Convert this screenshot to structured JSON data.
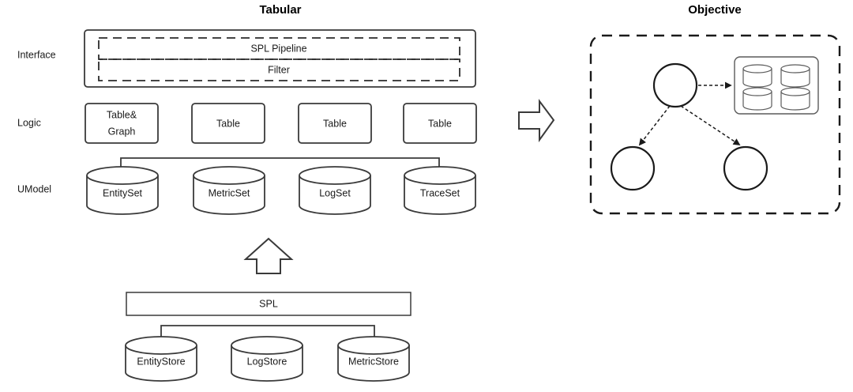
{
  "panels": {
    "left": {
      "title": "Tabular"
    },
    "right": {
      "title": "Objective"
    }
  },
  "row_labels": [
    {
      "id": "interface",
      "label": "Interface"
    },
    {
      "id": "logic",
      "label": "Logic"
    },
    {
      "id": "umodel",
      "label": "UModel"
    }
  ],
  "interface_bands": [
    {
      "id": "spl-pipeline",
      "label": "SPL Pipeline"
    },
    {
      "id": "filter",
      "label": "Filter"
    }
  ],
  "logic_boxes": [
    {
      "id": "table-and-graph",
      "label": "Table&\nGraph",
      "line1": "Table&",
      "line2": "Graph"
    },
    {
      "id": "table-2",
      "label": "Table",
      "line1": "Table",
      "line2": ""
    },
    {
      "id": "table-3",
      "label": "Table",
      "line1": "Table",
      "line2": ""
    },
    {
      "id": "table-4",
      "label": "Table",
      "line1": "Table",
      "line2": ""
    }
  ],
  "umodel_sets": [
    {
      "id": "entityset",
      "label": "EntitySet"
    },
    {
      "id": "metricset",
      "label": "MetricSet"
    },
    {
      "id": "logset",
      "label": "LogSet"
    },
    {
      "id": "traceset",
      "label": "TraceSet"
    }
  ],
  "spl_bar": {
    "id": "spl",
    "label": "SPL"
  },
  "stores": [
    {
      "id": "entitystore",
      "label": "EntityStore"
    },
    {
      "id": "logstore",
      "label": "LogStore"
    },
    {
      "id": "metricstore",
      "label": "MetricStore"
    }
  ],
  "objective_graph": {
    "nodes": [
      {
        "id": "node-root",
        "label": ""
      },
      {
        "id": "node-left",
        "label": ""
      },
      {
        "id": "node-right",
        "label": ""
      }
    ],
    "store_grid": {
      "id": "store-grid",
      "count": 4
    }
  },
  "icons": {
    "up_arrow": "up-block-arrow",
    "right_arrow": "right-block-arrow"
  },
  "colors": {
    "stroke": "#3a3a3a",
    "strong_stroke": "#1a1a1a",
    "background": "#ffffff",
    "text": "#1a1a1a"
  }
}
